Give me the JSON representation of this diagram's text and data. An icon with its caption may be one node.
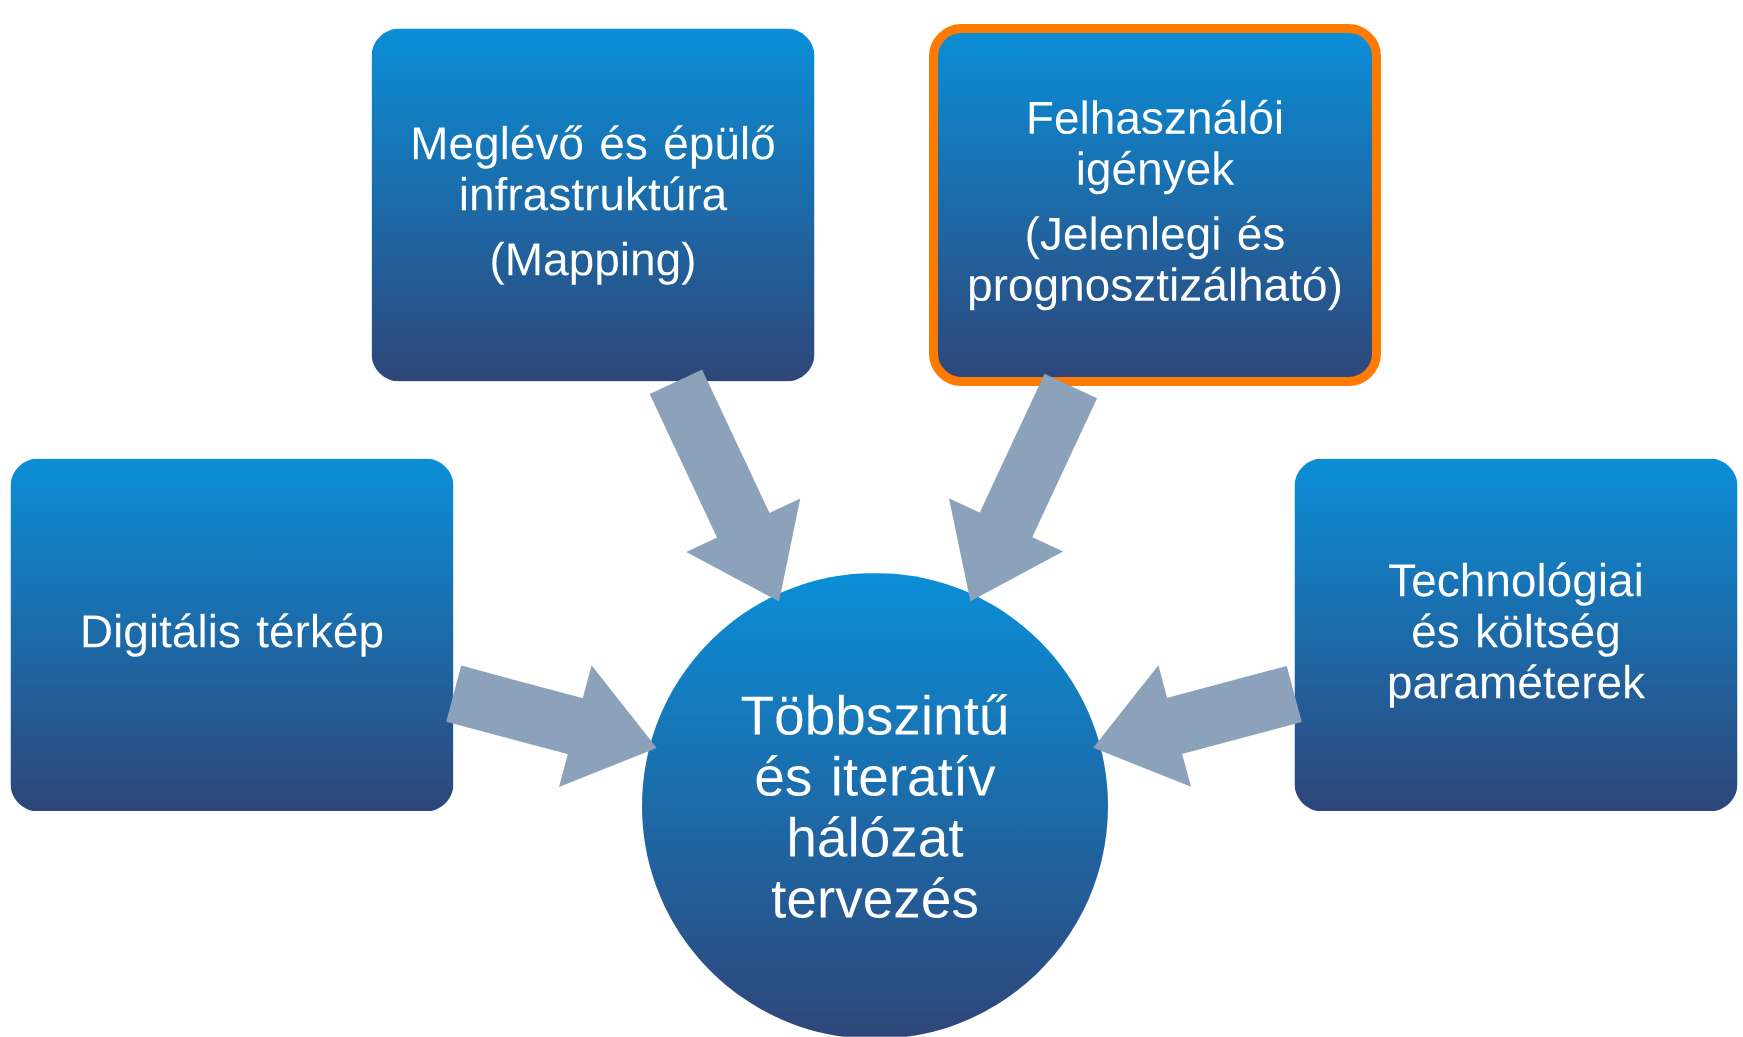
{
  "diagram": {
    "nodes": [
      {
        "text": [
          "Meglévő és épülő infrastruktúra",
          "(Mapping)"
        ]
      },
      {
        "text": [
          "Felhasználói igények",
          "(Jelenlegi és prognosztizálható)"
        ]
      },
      {
        "text": [
          "Digitális térkép"
        ]
      },
      {
        "text": [
          "Technológiai és költség paraméterek"
        ]
      },
      {
        "text": [
          "Többszintű és iteratív hálózat tervezés"
        ]
      }
    ],
    "edges": [
      {
        "from": 0,
        "to": 4,
        "arrow": "to"
      },
      {
        "from": 1,
        "to": 4,
        "arrow": "to"
      },
      {
        "from": 2,
        "to": 4,
        "arrow": "to"
      },
      {
        "from": 3,
        "to": 4,
        "arrow": "to"
      }
    ]
  }
}
